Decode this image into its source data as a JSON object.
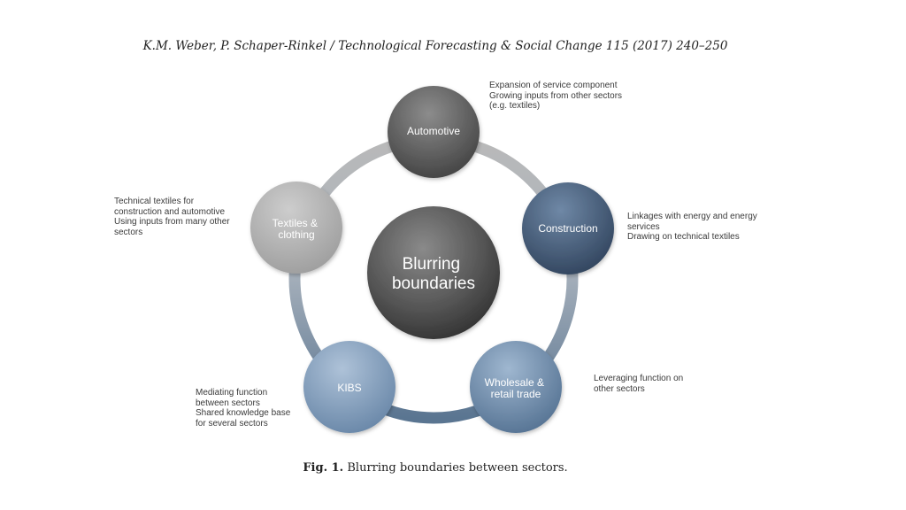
{
  "header": {
    "citation": "K.M. Weber, P. Schaper-Rinkel / Technological Forecasting & Social Change 115 (2017) 240–250"
  },
  "diagram": {
    "center": [
      "Blurring",
      "boundaries"
    ],
    "nodes": {
      "automotive": [
        "Automotive"
      ],
      "construction": [
        "Construction"
      ],
      "wholesale": [
        "Wholesale &",
        "retail trade"
      ],
      "kibs": [
        "KIBS"
      ],
      "textiles": [
        "Textiles &",
        "clothing"
      ]
    },
    "notes": {
      "automotive": [
        "Expansion of service component",
        "Growing inputs from other sectors",
        "(e.g. textiles)"
      ],
      "construction": [
        "Linkages with energy and energy",
        "services",
        "Drawing on technical textiles"
      ],
      "wholesale": [
        "Leveraging function on",
        "other sectors"
      ],
      "kibs": [
        "Mediating function",
        "between sectors",
        "Shared knowledge base",
        "for several sectors"
      ],
      "textiles": [
        "Technical textiles for",
        "construction and automotive",
        "Using inputs from many other",
        "sectors"
      ]
    }
  },
  "caption": {
    "label": "Fig. 1.",
    "text": "Blurring boundaries between sectors."
  }
}
